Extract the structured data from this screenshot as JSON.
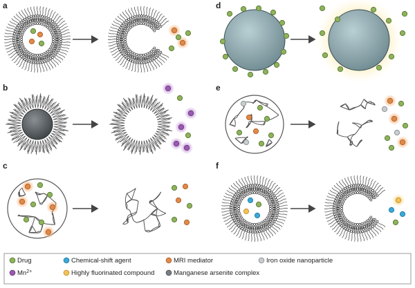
{
  "panels": {
    "a": {
      "letter": "a"
    },
    "b": {
      "letter": "b"
    },
    "c": {
      "letter": "c"
    },
    "d": {
      "letter": "d"
    },
    "e": {
      "letter": "e"
    },
    "f": {
      "letter": "f"
    }
  },
  "legend": {
    "items": [
      {
        "label": "Drug",
        "color": "#8fb35a",
        "ring": "#5f7d3b"
      },
      {
        "label": "Chemical-shift agent",
        "color": "#39a9d8",
        "ring": "#2a7ea8"
      },
      {
        "label": "MRI mediator",
        "color": "#e08a4a",
        "ring": "#b2642c"
      },
      {
        "label": "Iron oxide nanoparticle",
        "color": "#c9cdd0",
        "ring": "#8d9296"
      },
      {
        "label": "Mn2+",
        "label_sup": "2+",
        "label_base": "Mn",
        "color": "#9a5bb0",
        "ring": "#6e3c82"
      },
      {
        "label": "Highly fluorinated compound",
        "color": "#f2c159",
        "ring": "#c7962f"
      },
      {
        "label": "Manganese arsenite complex",
        "color": "#7a7f83",
        "ring": "#4f5357"
      }
    ]
  }
}
